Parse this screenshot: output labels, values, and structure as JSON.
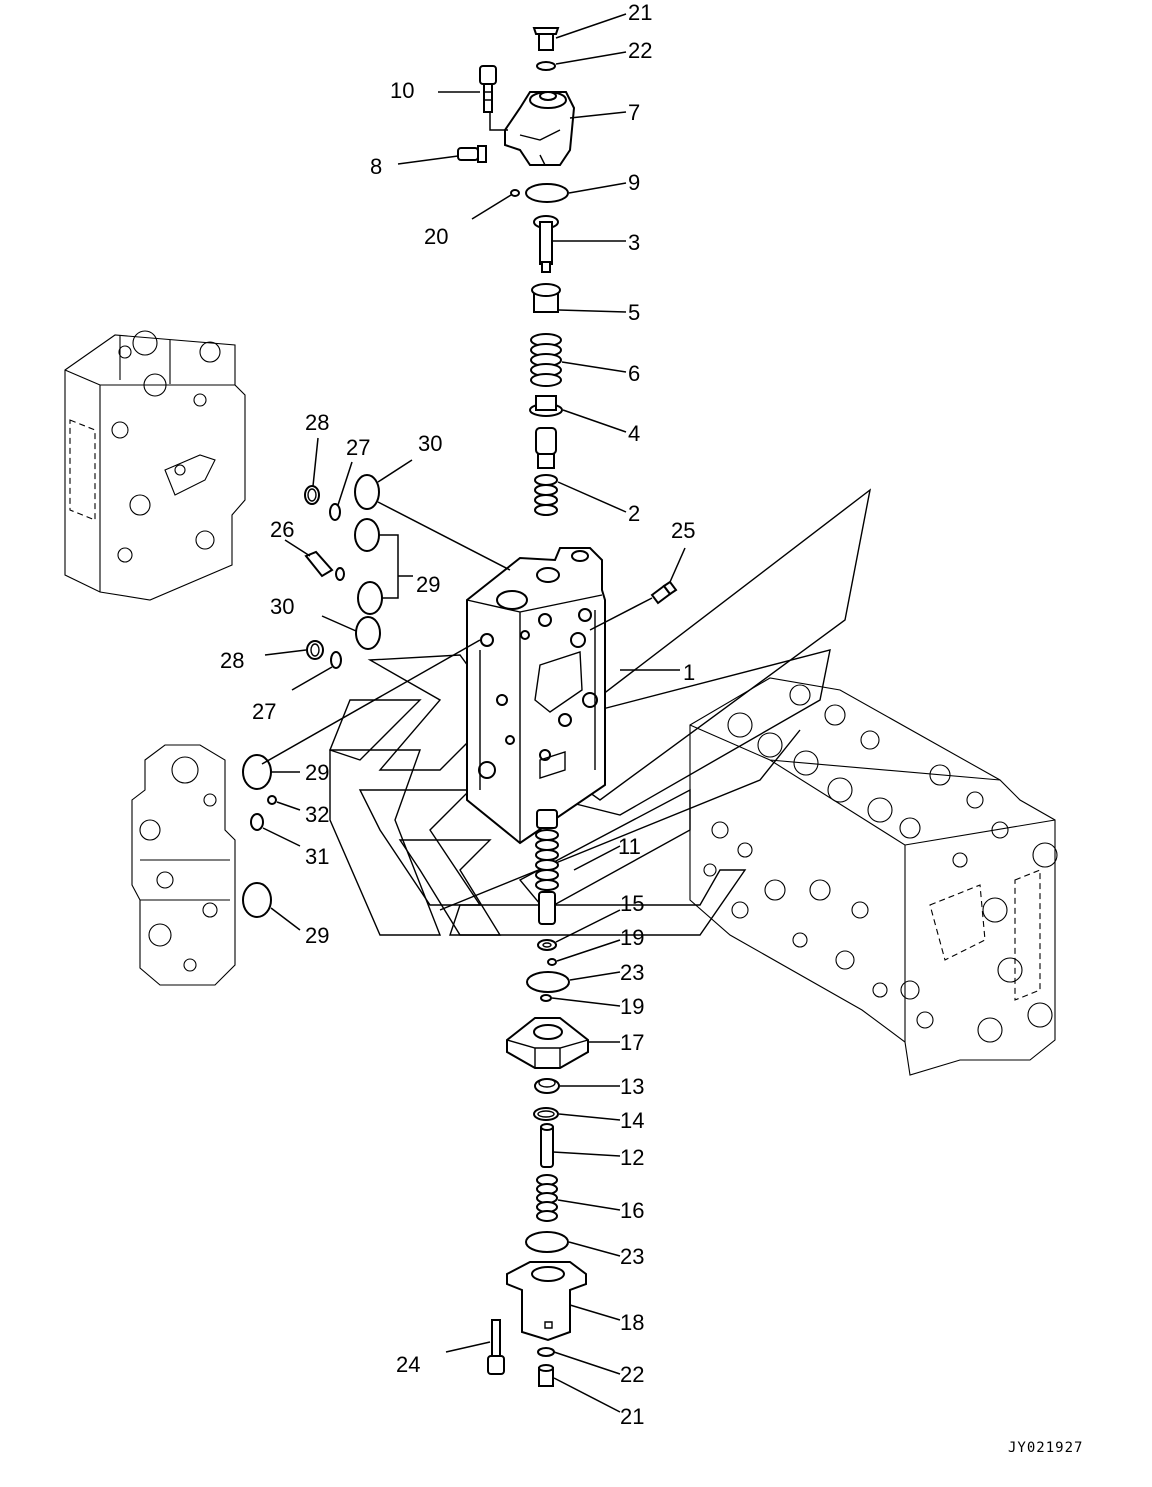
{
  "drawing_id": "JY021927",
  "labels": {
    "L1": "1",
    "L2": "2",
    "L3": "3",
    "L4": "4",
    "L5": "5",
    "L6": "6",
    "L7": "7",
    "L8": "8",
    "L9": "9",
    "L10": "10",
    "L11": "11",
    "L12": "12",
    "L13": "13",
    "L14": "14",
    "L15": "15",
    "L16": "16",
    "L17": "17",
    "L18": "18",
    "L19a": "19",
    "L19b": "19",
    "L20": "20",
    "L21a": "21",
    "L21b": "21",
    "L22a": "22",
    "L22b": "22",
    "L23a": "23",
    "L23b": "23",
    "L24": "24",
    "L25": "25",
    "L26": "26",
    "L27a": "27",
    "L27b": "27",
    "L28a": "28",
    "L28b": "28",
    "L29a": "29",
    "L29b": "29",
    "L29c": "29",
    "L30a": "30",
    "L30b": "30",
    "L31": "31",
    "L32": "32"
  },
  "colors": {
    "line": "#000000",
    "background": "#ffffff"
  }
}
